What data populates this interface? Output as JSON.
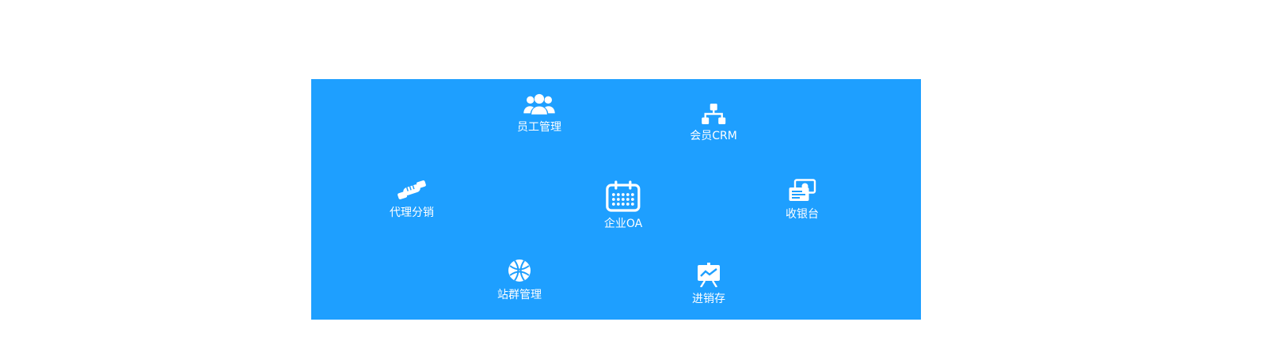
{
  "panel": {
    "background_color": "#1e9fff",
    "text_color": "#ffffff",
    "icon_color": "#ffffff",
    "items": [
      {
        "label": "员工管理",
        "icon": "users-icon"
      },
      {
        "label": "会员CRM",
        "icon": "org-chart-icon"
      },
      {
        "label": "代理分销",
        "icon": "handshake-icon"
      },
      {
        "label": "企业OA",
        "icon": "calendar-icon"
      },
      {
        "label": "收银台",
        "icon": "cash-notes-icon"
      },
      {
        "label": "站群管理",
        "icon": "globe-network-icon"
      },
      {
        "label": "进销存",
        "icon": "presentation-chart-icon"
      }
    ]
  }
}
